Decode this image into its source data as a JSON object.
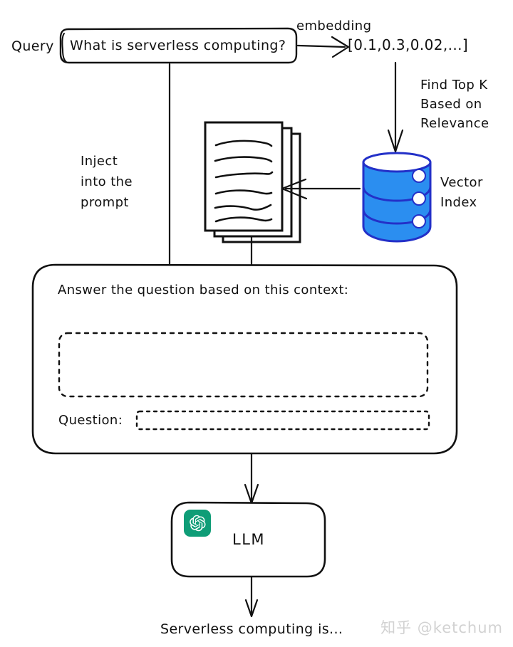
{
  "diagram": {
    "title": "RAG pipeline hand-drawn diagram",
    "colors": {
      "ink": "#111111",
      "db_fill": "#2b8ef0",
      "db_stroke": "#2330c8",
      "openai_green": "#0f9d77",
      "watermark_gray": "#d2d2d2",
      "background": "#ffffff"
    }
  },
  "query": {
    "label": "Query",
    "box_text": "What is serverless computing?"
  },
  "embedding": {
    "label": "embedding",
    "vector_text": "[0.1,0.3,0.02,...]"
  },
  "retrieval": {
    "find_top_k": "Find Top K\nBased on\nRelevance",
    "find_top_k_lines": [
      "Find Top K",
      "Based on",
      "Relevance"
    ],
    "vector_index_label": "Vector\nIndex",
    "vector_index_lines": [
      "Vector",
      "Index"
    ]
  },
  "inject": {
    "label": "Inject\ninto the\nprompt",
    "lines": [
      "Inject",
      "into the",
      "prompt"
    ]
  },
  "documents": {
    "name": "retrieved-documents",
    "page_count": 3,
    "text_line_count": 6
  },
  "prompt_template": {
    "instruction": "Answer the question based on this context:",
    "context_placeholder": "",
    "question_label": "Question:",
    "question_placeholder": ""
  },
  "llm": {
    "label": "LLM",
    "icon": "openai-logo"
  },
  "output": {
    "text": "Serverless computing is..."
  },
  "watermark": {
    "text": "知乎 @ketchum"
  }
}
